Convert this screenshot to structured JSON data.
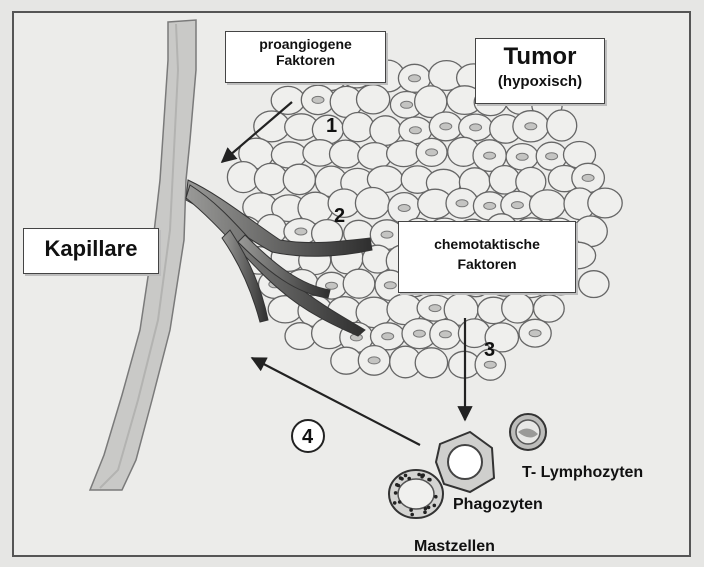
{
  "labels": {
    "proangiogenic_line1": "proangiogene",
    "proangiogenic_line2": "Faktoren",
    "tumor_title": "Tumor",
    "tumor_subtitle": "(hypoxisch)",
    "capillary": "Kapillare",
    "chemotactic_line1": "chemotaktische",
    "chemotactic_line2": "Faktoren",
    "t_lymphocytes": "T- Lymphozyten",
    "phagocytes": "Phagozyten",
    "mast_cells": "Mastzellen"
  },
  "steps": [
    "1",
    "2",
    "3",
    "4"
  ],
  "colors": {
    "background": "#e6e6e4",
    "cell_fill": "#efefed",
    "cell_stroke": "#666666",
    "vessel_fill": "#c9c9c7",
    "sprout": "#4a4a4a"
  }
}
